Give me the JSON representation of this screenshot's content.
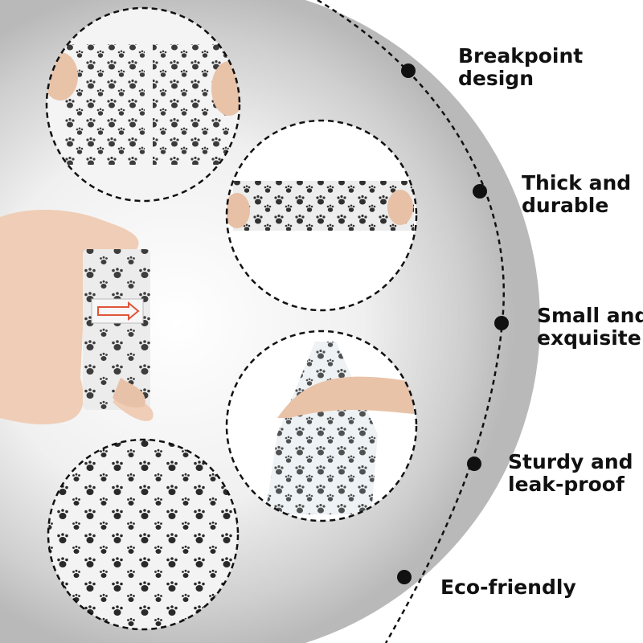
{
  "colors": {
    "background_left": "#ffffff",
    "background_arc": "#c9c9c9",
    "background_arc_light": "#f2f2f2",
    "dashed_line": "#111111",
    "dot": "#111111",
    "label_text": "#111111",
    "paw_print": "#1a1a1a",
    "bag_film": "#ededed",
    "arrow_sticker": "#e0553b"
  },
  "photos": [
    {
      "name": "photo-breakpoint-perforation",
      "subject": "hands tearing a paw-print bag at the perforation"
    },
    {
      "name": "photo-stretched-bag",
      "subject": "hands stretching a paw-print bag film"
    },
    {
      "name": "photo-hand-holding-roll",
      "subject": "hand holding a paw-print bag roll with red arrow sticker"
    },
    {
      "name": "photo-bag-of-water",
      "subject": "hand holding a paw-print bag filled with water"
    },
    {
      "name": "photo-paw-print-pattern",
      "subject": "close-up of paw-print pattern on bag film"
    }
  ],
  "features": [
    {
      "lines": [
        "Breakpoint",
        "design"
      ],
      "icon": "dot"
    },
    {
      "lines": [
        "Thick and",
        "durable"
      ],
      "icon": "dot"
    },
    {
      "lines": [
        "Small and",
        "exquisite"
      ],
      "icon": "dot"
    },
    {
      "lines": [
        "Sturdy and",
        "leak-proof"
      ],
      "icon": "dot"
    },
    {
      "lines": [
        "Eco-friendly"
      ],
      "icon": "dot"
    }
  ]
}
